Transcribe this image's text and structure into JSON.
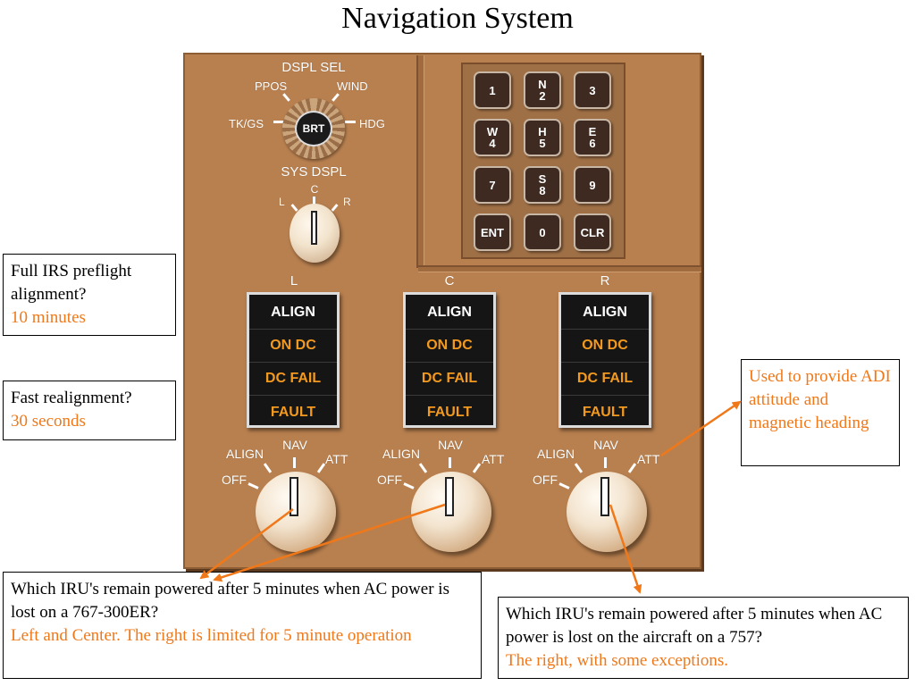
{
  "title": "Navigation System",
  "panel": {
    "dspl_sel": "DSPL SEL",
    "dspl_positions": {
      "ppos": "PPOS",
      "wind": "WIND",
      "tkgs": "TK/GS",
      "hdg": "HDG"
    },
    "brt": "BRT",
    "sys_dspl": "SYS DSPL",
    "sys_positions": {
      "l": "L",
      "c": "C",
      "r": "R"
    },
    "keypad": [
      {
        "top": "1",
        "bottom": ""
      },
      {
        "top": "N",
        "bottom": "2"
      },
      {
        "top": "3",
        "bottom": ""
      },
      {
        "top": "W",
        "bottom": "4"
      },
      {
        "top": "H",
        "bottom": "5"
      },
      {
        "top": "E",
        "bottom": "6"
      },
      {
        "top": "7",
        "bottom": ""
      },
      {
        "top": "S",
        "bottom": "8"
      },
      {
        "top": "9",
        "bottom": ""
      },
      {
        "top": "ENT",
        "bottom": ""
      },
      {
        "top": "0",
        "bottom": ""
      },
      {
        "top": "CLR",
        "bottom": ""
      }
    ],
    "iru_units": [
      {
        "label": "L",
        "lights": [
          "ALIGN",
          "ON DC",
          "DC FAIL",
          "FAULT"
        ]
      },
      {
        "label": "C",
        "lights": [
          "ALIGN",
          "ON DC",
          "DC FAIL",
          "FAULT"
        ]
      },
      {
        "label": "R",
        "lights": [
          "ALIGN",
          "ON DC",
          "DC FAIL",
          "FAULT"
        ]
      }
    ],
    "mode_positions": {
      "off": "OFF",
      "align": "ALIGN",
      "nav": "NAV",
      "att": "ATT"
    }
  },
  "annotations": {
    "preflight": {
      "question": "Full IRS preflight alignment?",
      "answer": "10 minutes"
    },
    "realign": {
      "question": "Fast realignment?",
      "answer": "30 seconds"
    },
    "att_mode": {
      "answer": "Used to provide ADI attitude and magnetic heading"
    },
    "iru_767": {
      "question": "Which IRU's remain powered after 5 minutes when AC power is lost on a 767-300ER?",
      "answer": "Left and Center. The right is limited for 5 minute operation"
    },
    "iru_757": {
      "question": "Which IRU's remain powered after 5 minutes when AC power is lost on the aircraft on a 757?",
      "answer": "The right, with some exceptions."
    }
  },
  "colors": {
    "panel": "#b9804f",
    "answer": "#f07818",
    "amber_light": "#f39a1e"
  }
}
